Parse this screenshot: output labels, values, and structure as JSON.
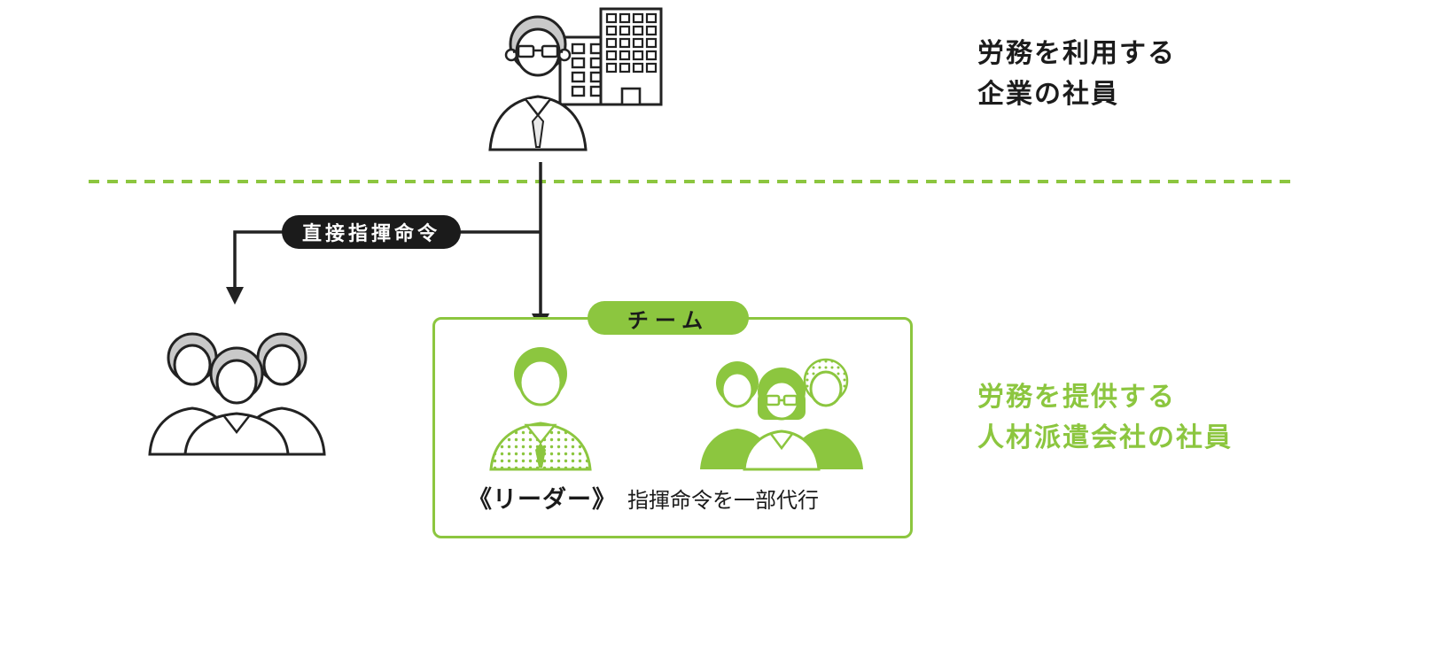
{
  "palette": {
    "green": "#8CC63F",
    "ink": "#1B1B1B",
    "hair_gray": "#C9C9C9"
  },
  "top_section": {
    "label_line1": "労務を利用する",
    "label_line2": "企業の社員"
  },
  "branch": {
    "pill_label": "直接指揮命令"
  },
  "team": {
    "badge_label": "チーム",
    "leader_label": "《リーダー》",
    "leader_caption": "指揮命令を一部代行"
  },
  "bottom_section": {
    "label_line1": "労務を提供する",
    "label_line2": "人材派遣会社の社員"
  },
  "icons": {
    "company_employee": "businessman-with-building-icon",
    "direct_workers": "three-workers-icon",
    "team_leader": "green-leader-icon",
    "team_members": "green-team-members-icon",
    "direct_arrow": "down-left-arrow",
    "main_arrow": "down-arrow",
    "delegate_arrow": "right-green-arrow",
    "divider": "green-dashed-divider"
  }
}
